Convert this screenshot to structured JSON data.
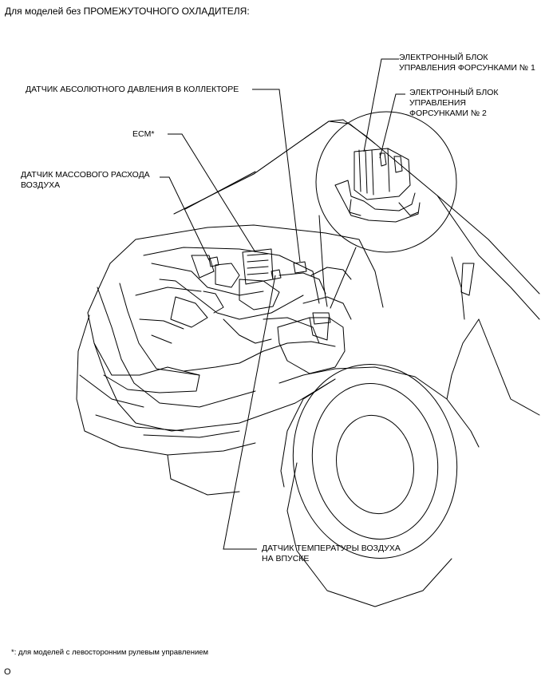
{
  "header": {
    "title": "Для моделей без ПРОМЕЖУТОЧНОГО ОХЛАДИТЕЛЯ:"
  },
  "labels": {
    "ecu1_line1": "ЭЛЕКТРОННЫЙ БЛОК",
    "ecu1_line2": "УПРАВЛЕНИЯ ФОРСУНКАМИ № 1",
    "ecu2_line1": "ЭЛЕКТРОННЫЙ БЛОК",
    "ecu2_line2": "УПРАВЛЕНИЯ",
    "ecu2_line3": "ФОРСУНКАМИ № 2",
    "map_sensor": "ДАТЧИК АБСОЛЮТНОГО ДАВЛЕНИЯ В КОЛЛЕКТОРЕ",
    "ecm": "ECM*",
    "maf_line1": "ДАТЧИК МАССОВОГО РАСХОДА",
    "maf_line2": "ВОЗДУХА",
    "iat_line1": "ДАТЧИК ТЕМПЕРАТУРЫ ВОЗДУХА",
    "iat_line2": "НА ВПУСКЕ"
  },
  "footnote": "*: для моделей с левосторонним рулевым управлением",
  "page_mark": "O"
}
